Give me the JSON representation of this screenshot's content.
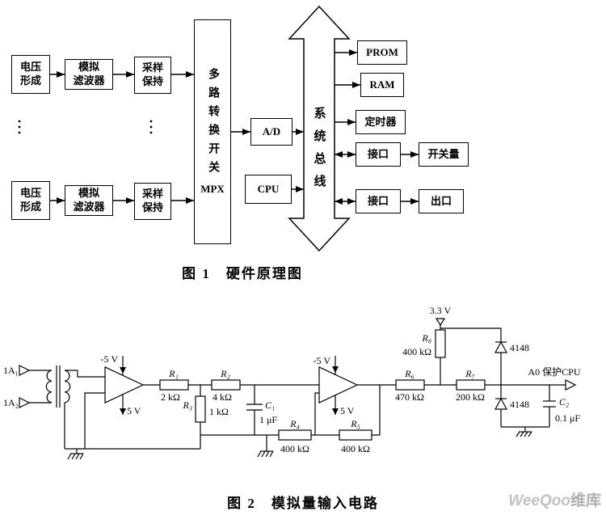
{
  "figure1": {
    "caption": "图 1　硬件原理图",
    "blocks": {
      "voltage_top": [
        "电压",
        "形成"
      ],
      "filter_top": [
        "模拟",
        "滤波器"
      ],
      "sample_top": [
        "采样",
        "保持"
      ],
      "voltage_bottom": [
        "电压",
        "形成"
      ],
      "filter_bottom": [
        "模拟",
        "滤波器"
      ],
      "sample_bottom": [
        "采样",
        "保持"
      ],
      "mpx_cn": "多路转换开关",
      "mpx_en": "MPX",
      "ad": "A/D",
      "cpu": "CPU",
      "bus": "系统总线",
      "prom": "PROM",
      "ram": "RAM",
      "timer": "定时器",
      "io_top": "接口",
      "switch_out": "开关量",
      "io_bottom": "接口",
      "outlet": "出口"
    }
  },
  "figure2": {
    "caption": "图 2　模拟量输入电路",
    "inputs": {
      "in1": "1A₁",
      "in2": "1A₂"
    },
    "power": {
      "vneg1": "-5 V",
      "vpos1": "5 V",
      "vneg2": "-5 V",
      "vpos2": "5 V",
      "vref": "3.3 V"
    },
    "components": {
      "r1": {
        "name": "R₁",
        "value": "2 kΩ"
      },
      "r2": {
        "name": "R₂",
        "value": "4 kΩ"
      },
      "r3": {
        "name": "R₃",
        "value": "1 kΩ"
      },
      "r4": {
        "name": "R₄",
        "value": "400 kΩ"
      },
      "r5": {
        "name": "R₅",
        "value": "400 kΩ"
      },
      "r6": {
        "name": "R₆",
        "value": "470 kΩ"
      },
      "r7": {
        "name": "R₇",
        "value": "200 kΩ"
      },
      "r8": {
        "name": "R₈",
        "value": "400 kΩ"
      },
      "c1": {
        "name": "C₁",
        "value": "1 μF"
      },
      "c2": {
        "name": "C₂",
        "value": "0.1 μF"
      },
      "d1": "4148",
      "d2": "4148"
    },
    "output_label": "A0 保护CPU"
  },
  "watermark": {
    "part1": "WeeQoo",
    "part2": "维库"
  }
}
